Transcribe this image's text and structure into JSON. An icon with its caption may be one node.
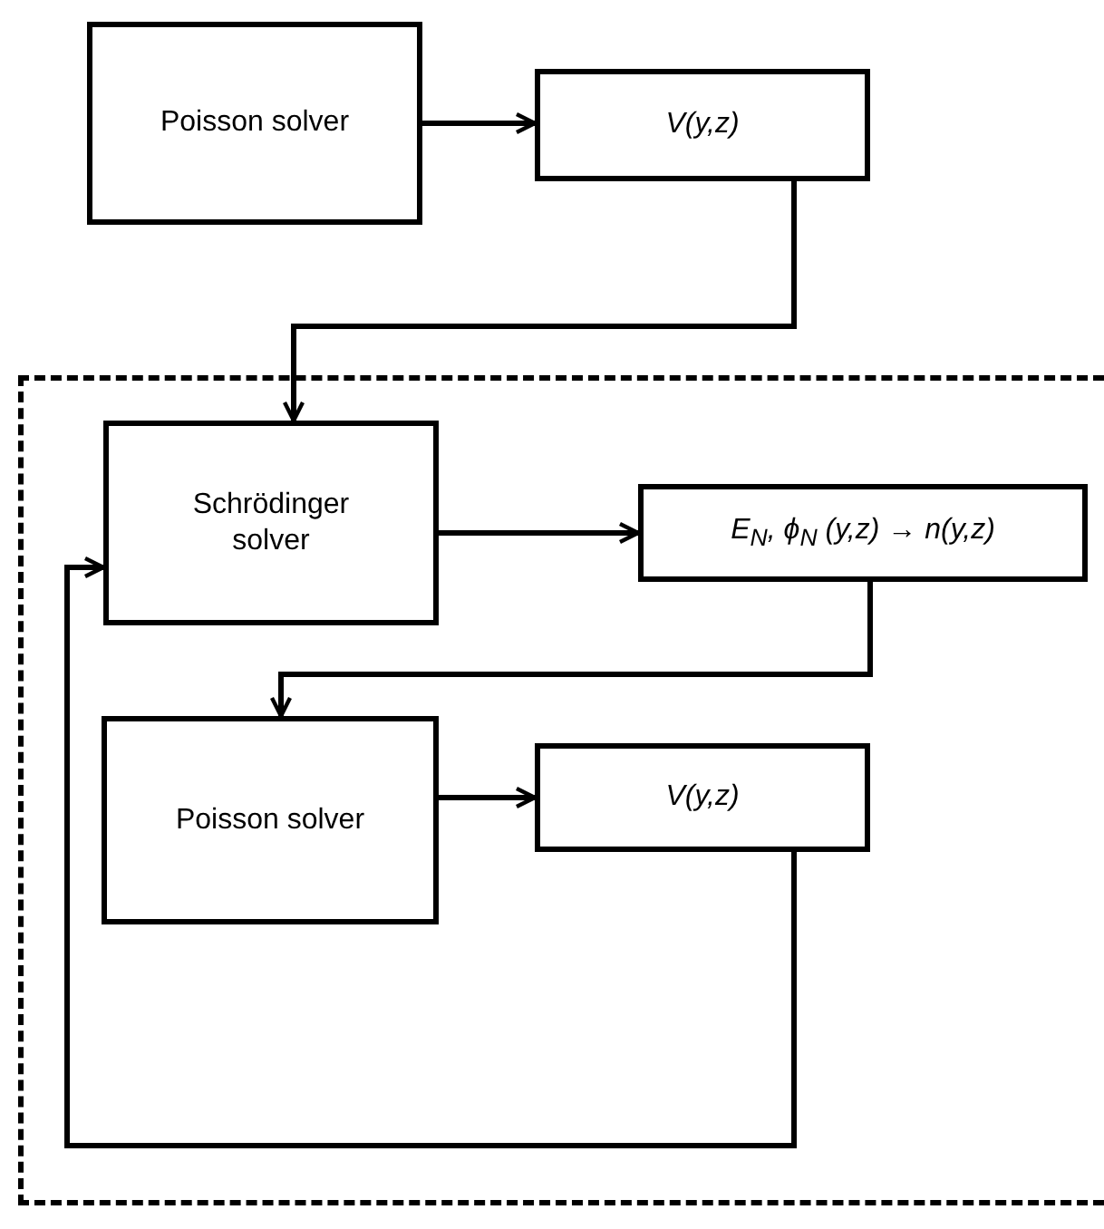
{
  "diagram": {
    "nodes": [
      {
        "text": [
          "Poisson solver"
        ]
      },
      {
        "text": [
          "V(y,z)"
        ]
      },
      {
        "text": [],
        "shape": "box"
      },
      {
        "text": [
          "Schrödinger solver"
        ],
        "in": 2
      },
      {
        "text": [
          "E$_{N}$, ϕ$_{N}$ (y,z) → n(y,z)"
        ],
        "in": 2
      },
      {
        "text": [
          "Poisson solver"
        ],
        "in": 2
      },
      {
        "text": [
          "V(y,z)"
        ],
        "in": 2
      }
    ],
    "edges": [
      {
        "from": 0,
        "to": 1,
        "arrow": "to"
      },
      {
        "from": 1,
        "to": 3,
        "arrow": "to"
      },
      {
        "from": 3,
        "to": 4,
        "arrow": "to"
      },
      {
        "from": 4,
        "to": 5,
        "arrow": "to"
      },
      {
        "from": 5,
        "to": 6,
        "arrow": "to"
      },
      {
        "from": 6,
        "to": 3,
        "arrow": "to"
      }
    ]
  }
}
